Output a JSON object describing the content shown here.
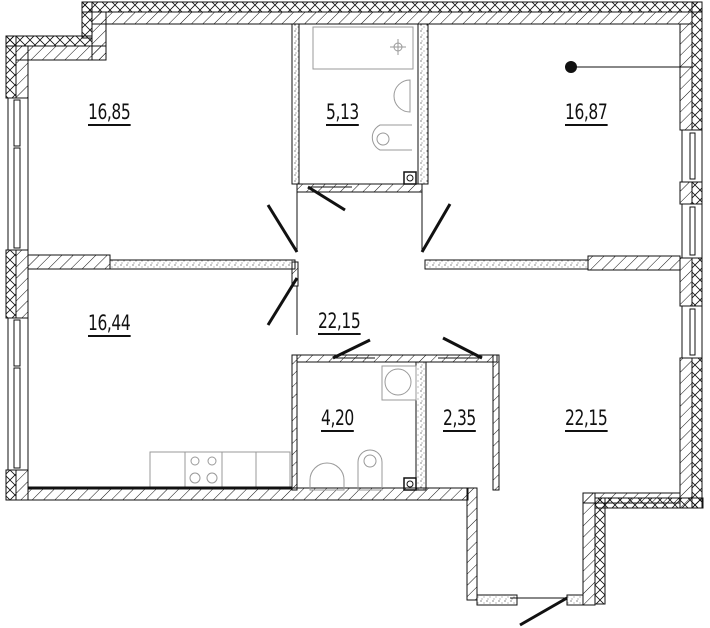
{
  "plan": {
    "type": "apartment floor plan",
    "colors": {
      "wall": "#111111",
      "fixture": "#aaaaaa",
      "background": "#ffffff"
    },
    "rooms": [
      {
        "id": "room-top-left",
        "area": "16,85",
        "kind": "bedroom"
      },
      {
        "id": "room-bathroom",
        "area": "5,13",
        "kind": "bathroom"
      },
      {
        "id": "room-top-right",
        "area": "16,87",
        "kind": "bedroom"
      },
      {
        "id": "room-kitchen",
        "area": "16,44",
        "kind": "kitchen"
      },
      {
        "id": "room-hallway",
        "area": "22,15",
        "kind": "hallway"
      },
      {
        "id": "room-wc",
        "area": "4,20",
        "kind": "wc"
      },
      {
        "id": "room-storage",
        "area": "2,35",
        "kind": "storage"
      },
      {
        "id": "room-living",
        "area": "22,15",
        "kind": "living room"
      }
    ]
  }
}
